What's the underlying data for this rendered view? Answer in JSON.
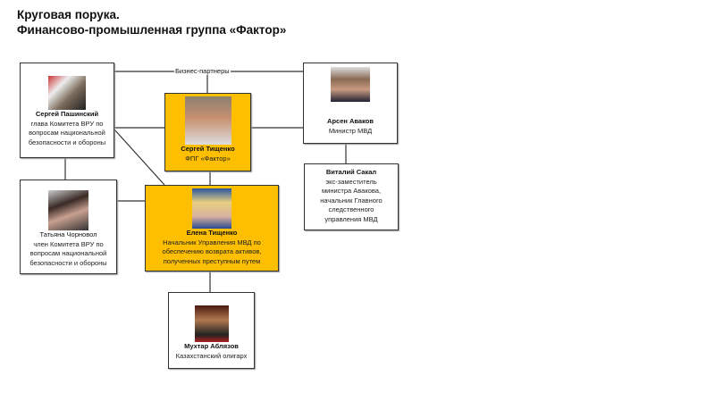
{
  "title": {
    "line1": "Круговая порука.",
    "line2": "Финансово-промышленная группа «Фактор»"
  },
  "link_label": "Бизнес-партнеры",
  "people": {
    "pashinsky": {
      "name": "Сергей Пашинский",
      "role": "глава Комитета ВРУ по вопросам национальной безопасности и обороны"
    },
    "s_tishchenko": {
      "name": "Сергей Тищенко",
      "role": "ФПГ «Фактор»"
    },
    "avakov": {
      "name": "Арсен Аваков",
      "role": "Министр МВД"
    },
    "sakal": {
      "name": "Виталий Сакал",
      "role": "экс-заместитель министра Авакова, начальник Главного следственного управления МВД"
    },
    "chernovol": {
      "name": "Татьяна Чорновол",
      "role": "член Комитета ВРУ по вопросам национальной безопасности и обороны"
    },
    "e_tishchenko": {
      "name": "Елена Тищенко",
      "role": "Начальник Управления МВД по обеспечению возврата активов, полученных преступным путем"
    },
    "ablyazov": {
      "name": "Мухтар Аблязов",
      "role": "Казахстанский олигарх"
    }
  },
  "colors": {
    "highlight": "#fdbf00"
  }
}
